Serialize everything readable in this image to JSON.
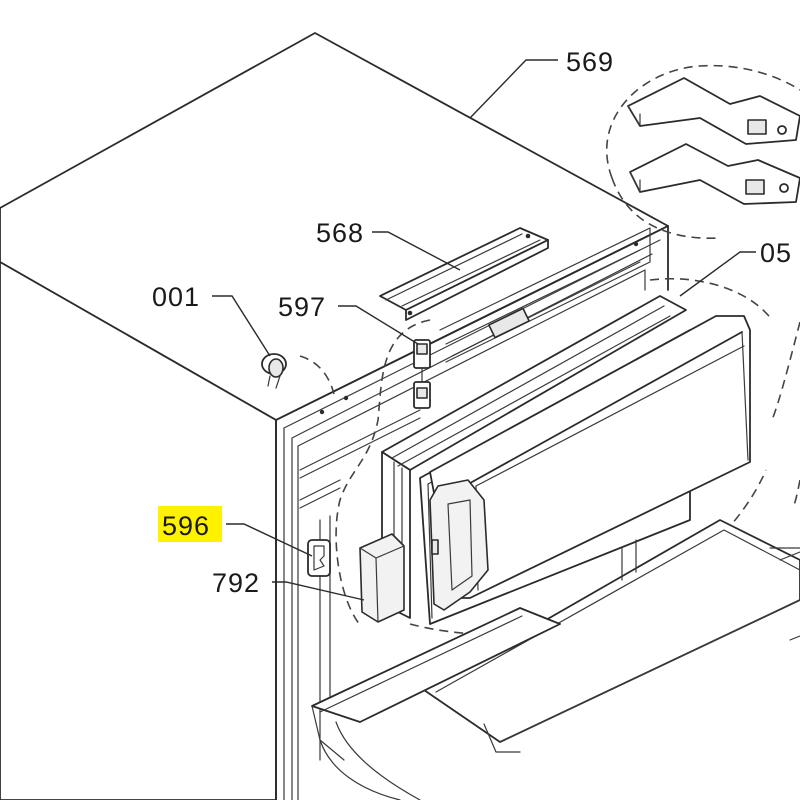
{
  "labels": {
    "p569": "569",
    "p568": "568",
    "p001": "001",
    "p597": "597",
    "p05": "05",
    "p596": "596",
    "p792": "792"
  },
  "highlight_color": "#fff200",
  "line_color": "#2b2b2b"
}
